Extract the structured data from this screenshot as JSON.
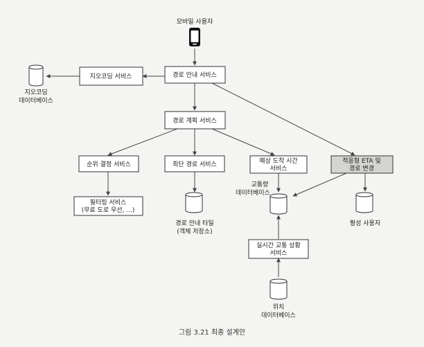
{
  "nodes": {
    "mobile_user": {
      "label": "모바일 사용자"
    },
    "geocoding_service": {
      "label": "지오코딩 서비스"
    },
    "geocoding_db": {
      "line1": "지오코딩",
      "line2": "데이터베이스"
    },
    "navigation_service": {
      "label": "경로 안내 서비스"
    },
    "route_planning_service": {
      "label": "경로 계획 서비스"
    },
    "ranking_service": {
      "label": "순위 결정 서비스"
    },
    "shortest_path_service": {
      "label": "최단 경로 서비스"
    },
    "eta_service": {
      "line1": "예상 도착 시간",
      "line2": "서비스"
    },
    "adaptive_eta_service": {
      "line1": "적응형 ETA 및",
      "line2": "경로 변경"
    },
    "filter_service": {
      "line1": "필터링 서비스",
      "line2": "(무료 도로 우선, ...)"
    },
    "route_tiles_db": {
      "line1": "경로 안내 타일",
      "line2": "(객체 저장소)"
    },
    "traffic_db": {
      "line1": "교통량",
      "line2": "데이터베이스"
    },
    "active_users_db": {
      "label": "활성 사용자"
    },
    "realtime_traffic_service": {
      "line1": "실시간 교통 상황",
      "line2": "서비스"
    },
    "location_db": {
      "line1": "위치",
      "line2": "데이터베이스"
    }
  },
  "caption": "그림 3.21 최종 설계안",
  "colors": {
    "shaded_box": "#d4d4d2",
    "stroke": "#333333"
  }
}
